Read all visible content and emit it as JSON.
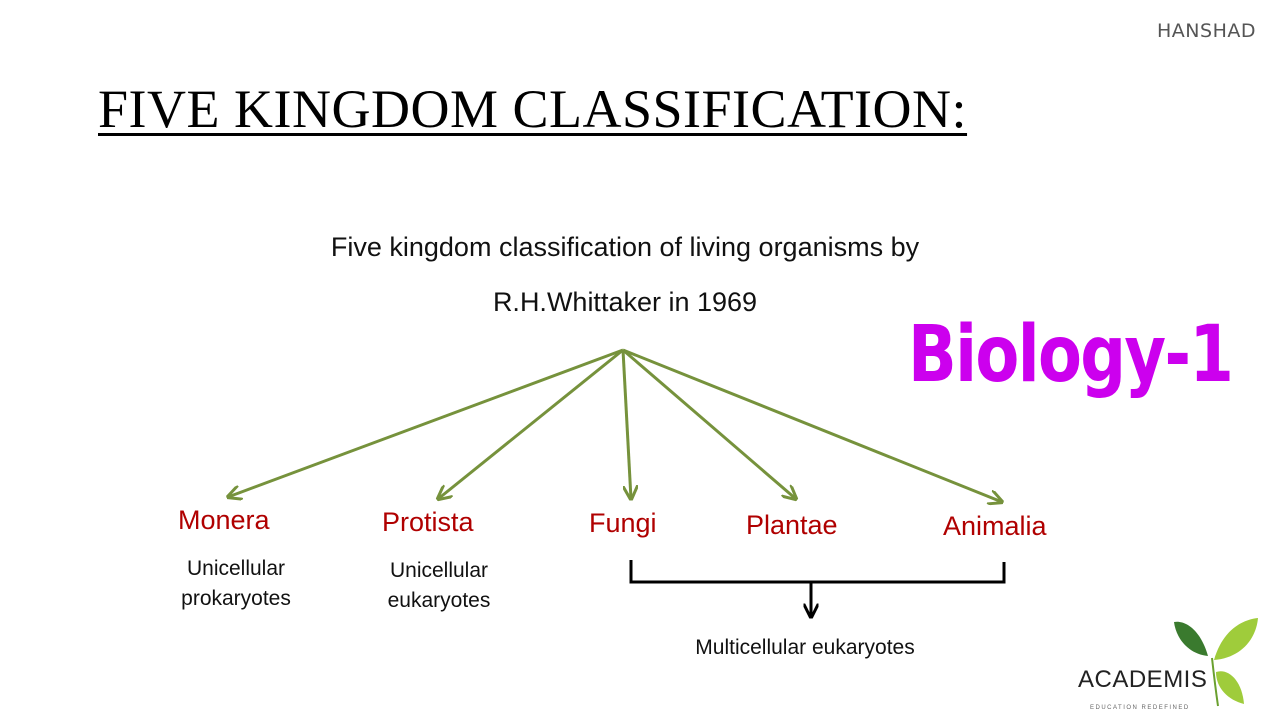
{
  "watermark": "HANSHAD",
  "title": "FIVE KINGDOM CLASSIFICATION:",
  "subtitle_line1": "Five kingdom classification of living organisms by",
  "subtitle_line2": "R.H.Whittaker in 1969",
  "badge": "Biology-1",
  "kingdoms": [
    {
      "name": "Monera",
      "desc1": "Unicellular",
      "desc2": "prokaryotes"
    },
    {
      "name": "Protista",
      "desc1": "Unicellular",
      "desc2": "eukaryotes"
    },
    {
      "name": "Fungi"
    },
    {
      "name": "Plantae"
    },
    {
      "name": "Animalia"
    }
  ],
  "group_label": "Multicellular eukaryotes",
  "logo": {
    "name": "ACADEMIS",
    "tagline": "EDUCATION REDEFINED"
  },
  "colors": {
    "arrow": "#76923c",
    "kingdom": "#b00000",
    "badge": "#cc00ee",
    "leaf_dark": "#3a7a2e",
    "leaf_light": "#9fcc3b"
  }
}
